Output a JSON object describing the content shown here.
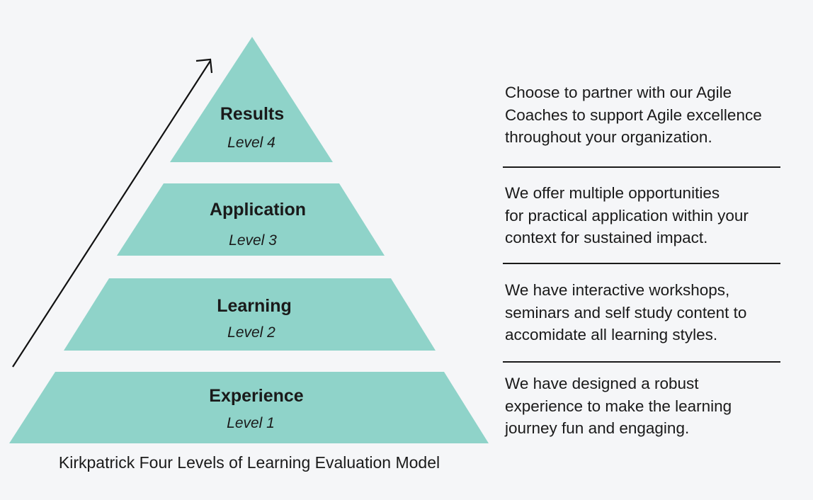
{
  "diagram": {
    "caption": "Kirkpatrick Four Levels of Learning Evaluation Model",
    "tiers": [
      {
        "name": "Results",
        "level": "Level 4"
      },
      {
        "name": "Application",
        "level": "Level 3"
      },
      {
        "name": "Learning",
        "level": "Level 2"
      },
      {
        "name": "Experience",
        "level": "Level 1"
      }
    ],
    "descriptions": [
      "Choose to partner with our Agile\nCoaches to support Agile excellence\nthroughout your organization.",
      "We  offer multiple opportunities\nfor practical application within your\ncontext for sustained impact.",
      "We have interactive workshops,\nseminars and self study content to\naccomidate all learning styles.",
      "We have designed a robust\nexperience to make the learning\njourney fun and engaging."
    ],
    "colors": {
      "tier_fill": "#8fd3c9",
      "background": "#f5f6f8",
      "text": "#1a1a1a"
    }
  }
}
